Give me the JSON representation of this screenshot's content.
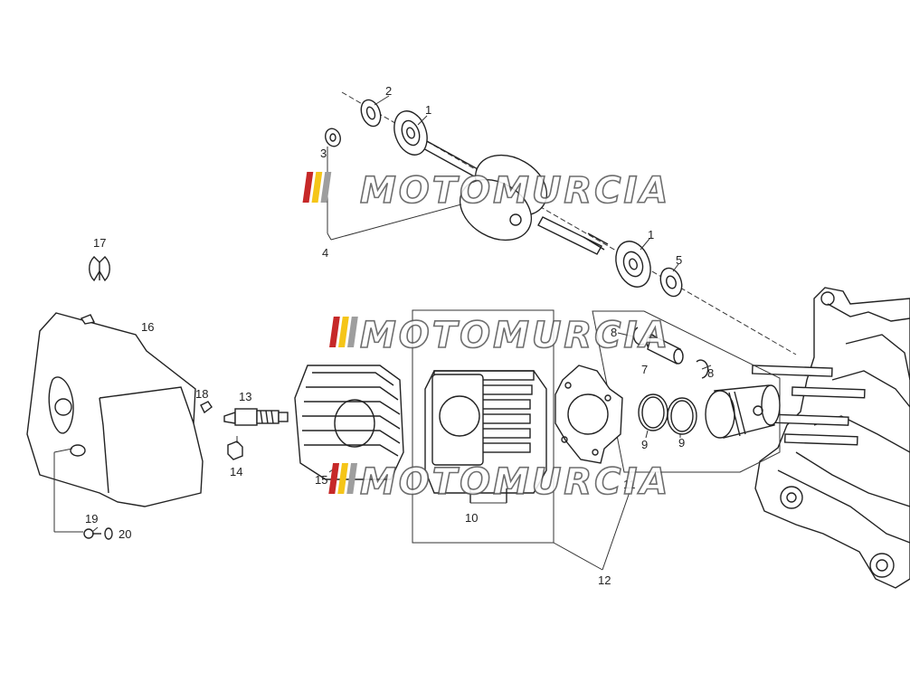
{
  "watermark": {
    "text": "MOTOMURCIA",
    "stripe_colors": [
      "#c62828",
      "#f5c518",
      "#9e9e9e"
    ]
  },
  "callouts": {
    "c1a": "1",
    "c1b": "1",
    "c2": "2",
    "c3": "3",
    "c4": "4",
    "c5": "5",
    "c7": "7",
    "c8a": "8",
    "c8b": "8",
    "c9a": "9",
    "c9b": "9",
    "c10": "10",
    "c11": "11",
    "c12": "12",
    "c13": "13",
    "c14": "14",
    "c15": "15",
    "c16": "16",
    "c17": "17",
    "c18": "18",
    "c19": "19",
    "c20": "20"
  }
}
